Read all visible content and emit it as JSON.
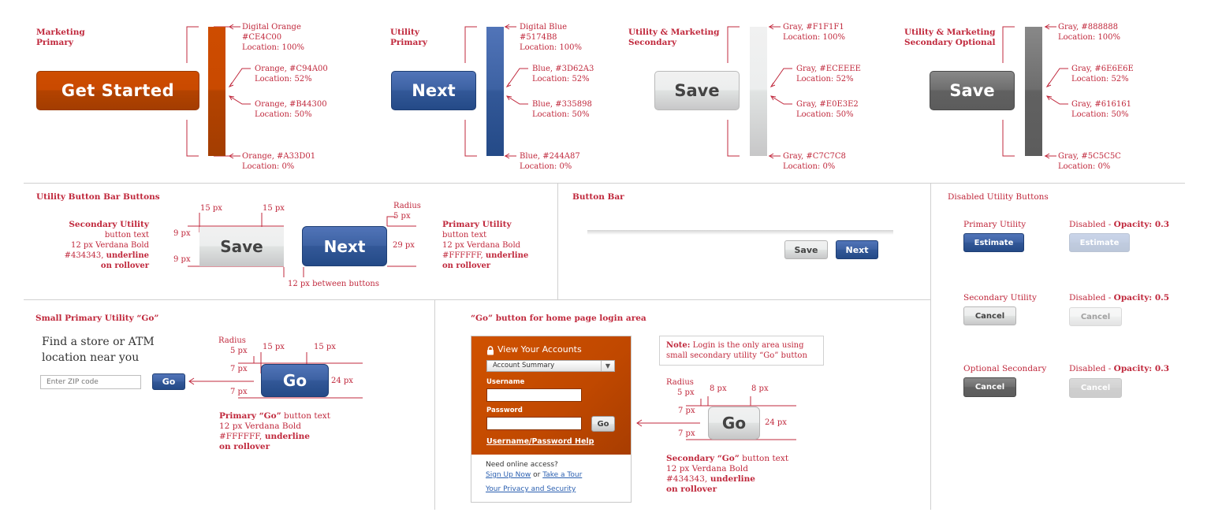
{
  "colors": {
    "orange_top": "#CE4C00",
    "orange_52": "#C94A00",
    "orange_50": "#B44300",
    "orange_bottom": "#A33D01",
    "blue_top": "#5174B8",
    "blue_52": "#3D62A3",
    "blue_50": "#335898",
    "blue_bottom": "#244A87",
    "gray_top": "#F1F1F1",
    "gray_52": "#ECEEEE",
    "gray_50": "#E0E3E2",
    "gray_bottom": "#C7C7C8",
    "dgray_top": "#888888",
    "dgray_52": "#6E6E6E",
    "dgray_50": "#616161",
    "dgray_bottom": "#5C5C5C",
    "annotation": "#C0283C"
  },
  "gradients": [
    {
      "title_1": "Marketing",
      "title_2": "Primary",
      "button_label": "Get Started",
      "stops": [
        {
          "l1": "Digital Orange",
          "l2": "#CE4C00",
          "l3": "Location: 100%"
        },
        {
          "l1": "Orange, #C94A00",
          "l2": "Location: 52%"
        },
        {
          "l1": "Orange, #B44300",
          "l2": "Location: 50%"
        },
        {
          "l1": "Orange, #A33D01",
          "l2": "Location: 0%"
        }
      ]
    },
    {
      "title_1": "Utility",
      "title_2": "Primary",
      "button_label": "Next",
      "stops": [
        {
          "l1": "Digital Blue",
          "l2": "#5174B8",
          "l3": "Location: 100%"
        },
        {
          "l1": "Blue, #3D62A3",
          "l2": "Location: 52%"
        },
        {
          "l1": "Blue, #335898",
          "l2": "Location: 50%"
        },
        {
          "l1": "Blue, #244A87",
          "l2": "Location: 0%"
        }
      ]
    },
    {
      "title_1": "Utility & Marketing",
      "title_2": "Secondary",
      "button_label": "Save",
      "stops": [
        {
          "l1": "Gray, #F1F1F1",
          "l2": "Location: 100%"
        },
        {
          "l1": "Gray, #ECEEEE",
          "l2": "Location: 52%"
        },
        {
          "l1": "Gray, #E0E3E2",
          "l2": "Location: 50%"
        },
        {
          "l1": "Gray, #C7C7C8",
          "l2": "Location: 0%"
        }
      ]
    },
    {
      "title_1": "Utility & Marketing",
      "title_2": "Secondary Optional",
      "button_label": "Save",
      "stops": [
        {
          "l1": "Gray, #888888",
          "l2": "Location: 100%"
        },
        {
          "l1": "Gray, #6E6E6E",
          "l2": "Location: 52%"
        },
        {
          "l1": "Gray, #616161",
          "l2": "Location: 50%"
        },
        {
          "l1": "Gray, #5C5C5C",
          "l2": "Location: 0%"
        }
      ]
    }
  ],
  "bar_buttons": {
    "title": "Utility Button Bar Buttons",
    "save_label": "Save",
    "next_label": "Next",
    "dim_15a": "15 px",
    "dim_15b": "15 px",
    "dim_9a": "9 px",
    "dim_9b": "9 px",
    "radius_label": "Radius",
    "radius_value": "5 px",
    "dim_29": "29 px",
    "between": "12 px between buttons",
    "secondary": {
      "title": "Secondary Utility",
      "l1": "button text",
      "l2": "12 px Verdana Bold",
      "l3": "#434343,",
      "l3b": "underline",
      "l4": "on rollover"
    },
    "primary": {
      "title": "Primary Utility",
      "l1": "button text",
      "l2": "12 px Verdana Bold",
      "l3": "#FFFFFF,",
      "l3b": "underline",
      "l4": "on rollover"
    }
  },
  "button_bar": {
    "title": "Button Bar",
    "save_label": "Save",
    "next_label": "Next"
  },
  "disabled": {
    "title": "Disabled Utility Buttons",
    "rows": [
      {
        "label": "Primary Utility",
        "dis_prefix": "Disabled - ",
        "dis_op": "Opacity: 0.3",
        "button": "Estimate"
      },
      {
        "label": "Secondary Utility",
        "dis_prefix": "Disabled - ",
        "dis_op": "Opacity: 0.5",
        "button": "Cancel"
      },
      {
        "label": "Optional Secondary",
        "dis_prefix": "Disabled - ",
        "dis_op": "Opacity: 0.3",
        "button": "Cancel"
      }
    ]
  },
  "small_go": {
    "title": "Small Primary Utility “Go”",
    "find_1": "Find a store or ATM",
    "find_2": "location near you",
    "zip_placeholder": "Enter ZIP code",
    "go_small": "Go",
    "go_big": "Go",
    "radius_label": "Radius",
    "radius_value": "5 px",
    "dim_15a": "15 px",
    "dim_15b": "15 px",
    "dim_7a": "7 px",
    "dim_7b": "7 px",
    "dim_24": "24 px",
    "desc_title": "Primary “Go”",
    "desc_1": " button text",
    "desc_2": "12 px Verdana Bold",
    "desc_3": "#FFFFFF,",
    "desc_3b": " underline",
    "desc_4": "on rollover"
  },
  "login_go": {
    "title": "“Go” button for home page login area",
    "panel_title": "View Your Accounts",
    "select_value": "Account Summary",
    "username_label": "Username",
    "password_label": "Password",
    "go_label": "Go",
    "help_link": "Username/Password Help",
    "need": "Need online access?",
    "signup": "Sign Up Now",
    "or": " or ",
    "tour": "Take a Tour",
    "privacy": "Your Privacy and Security",
    "note_bold": "Note:",
    "note_1": " Login is the only area using",
    "note_2": "small secondary utility “Go” button",
    "radius_label": "Radius",
    "radius_value": "5 px",
    "dim_8a": "8 px",
    "dim_8b": "8 px",
    "dim_7a": "7 px",
    "dim_7b": "7 px",
    "dim_24": "24 px",
    "go_big": "Go",
    "desc_title": "Secondary “Go”",
    "desc_1": " button text",
    "desc_2": "12 px Verdana Bold",
    "desc_3": "#434343,",
    "desc_3b": " underline",
    "desc_4": "on rollover"
  }
}
